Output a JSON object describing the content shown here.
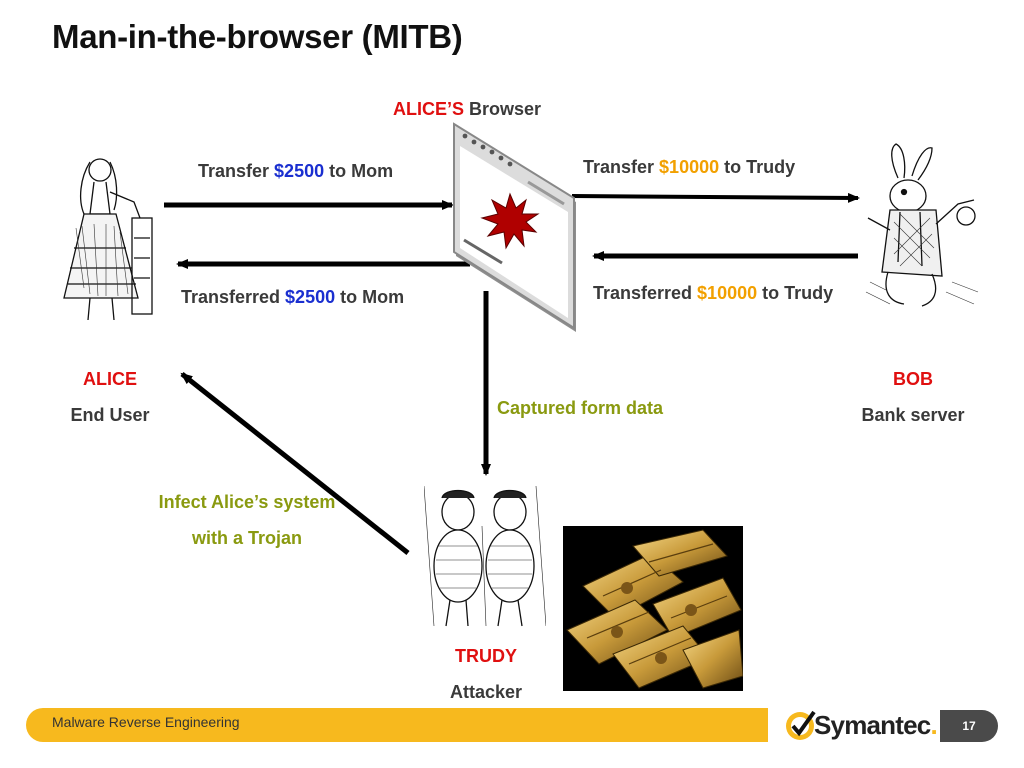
{
  "slide": {
    "title": "Man-in-the-browser (MITB)",
    "page_number": "17",
    "footer_text": "Malware Reverse Engineering",
    "brand": "Symantec",
    "brand_mark": "."
  },
  "browser_caption": {
    "owner": "ALICE’S",
    "word": "Browser"
  },
  "arrows": {
    "alice_to_browser": {
      "prefix": "Transfer ",
      "amount": "$2500",
      "suffix": " to Mom"
    },
    "browser_to_alice": {
      "prefix": "Transferred ",
      "amount": "$2500",
      "suffix": " to Mom"
    },
    "browser_to_bob": {
      "prefix": "Transfer ",
      "amount": "$10000",
      "suffix": " to Trudy"
    },
    "bob_to_browser": {
      "prefix": "Transferred ",
      "amount": "$10000",
      "suffix": " to Trudy"
    },
    "browser_to_trudy": "Captured form data",
    "trudy_to_alice": {
      "line1": "Infect Alice’s system",
      "line2": "with a Trojan"
    }
  },
  "actors": {
    "alice": {
      "name": "ALICE",
      "role": "End User"
    },
    "bob": {
      "name": "BOB",
      "role": "Bank server"
    },
    "trudy": {
      "name": "TRUDY",
      "role": "Attacker"
    }
  },
  "colors": {
    "actor_name": "#e01010",
    "amount_alice": "#1a2fd0",
    "amount_trudy": "#f2a000",
    "attack_text": "#8a9a10",
    "footer_bar": "#f7b91e",
    "page_box": "#4a4a4a"
  },
  "icons": {
    "alice": "alice-illustration",
    "bob": "white-rabbit-illustration",
    "trudy": "tweedle-twins-illustration",
    "browser": "browser-window-with-malware-splat",
    "money": "cash-stacks-photo",
    "logo": "symantec-checkmark-logo"
  }
}
